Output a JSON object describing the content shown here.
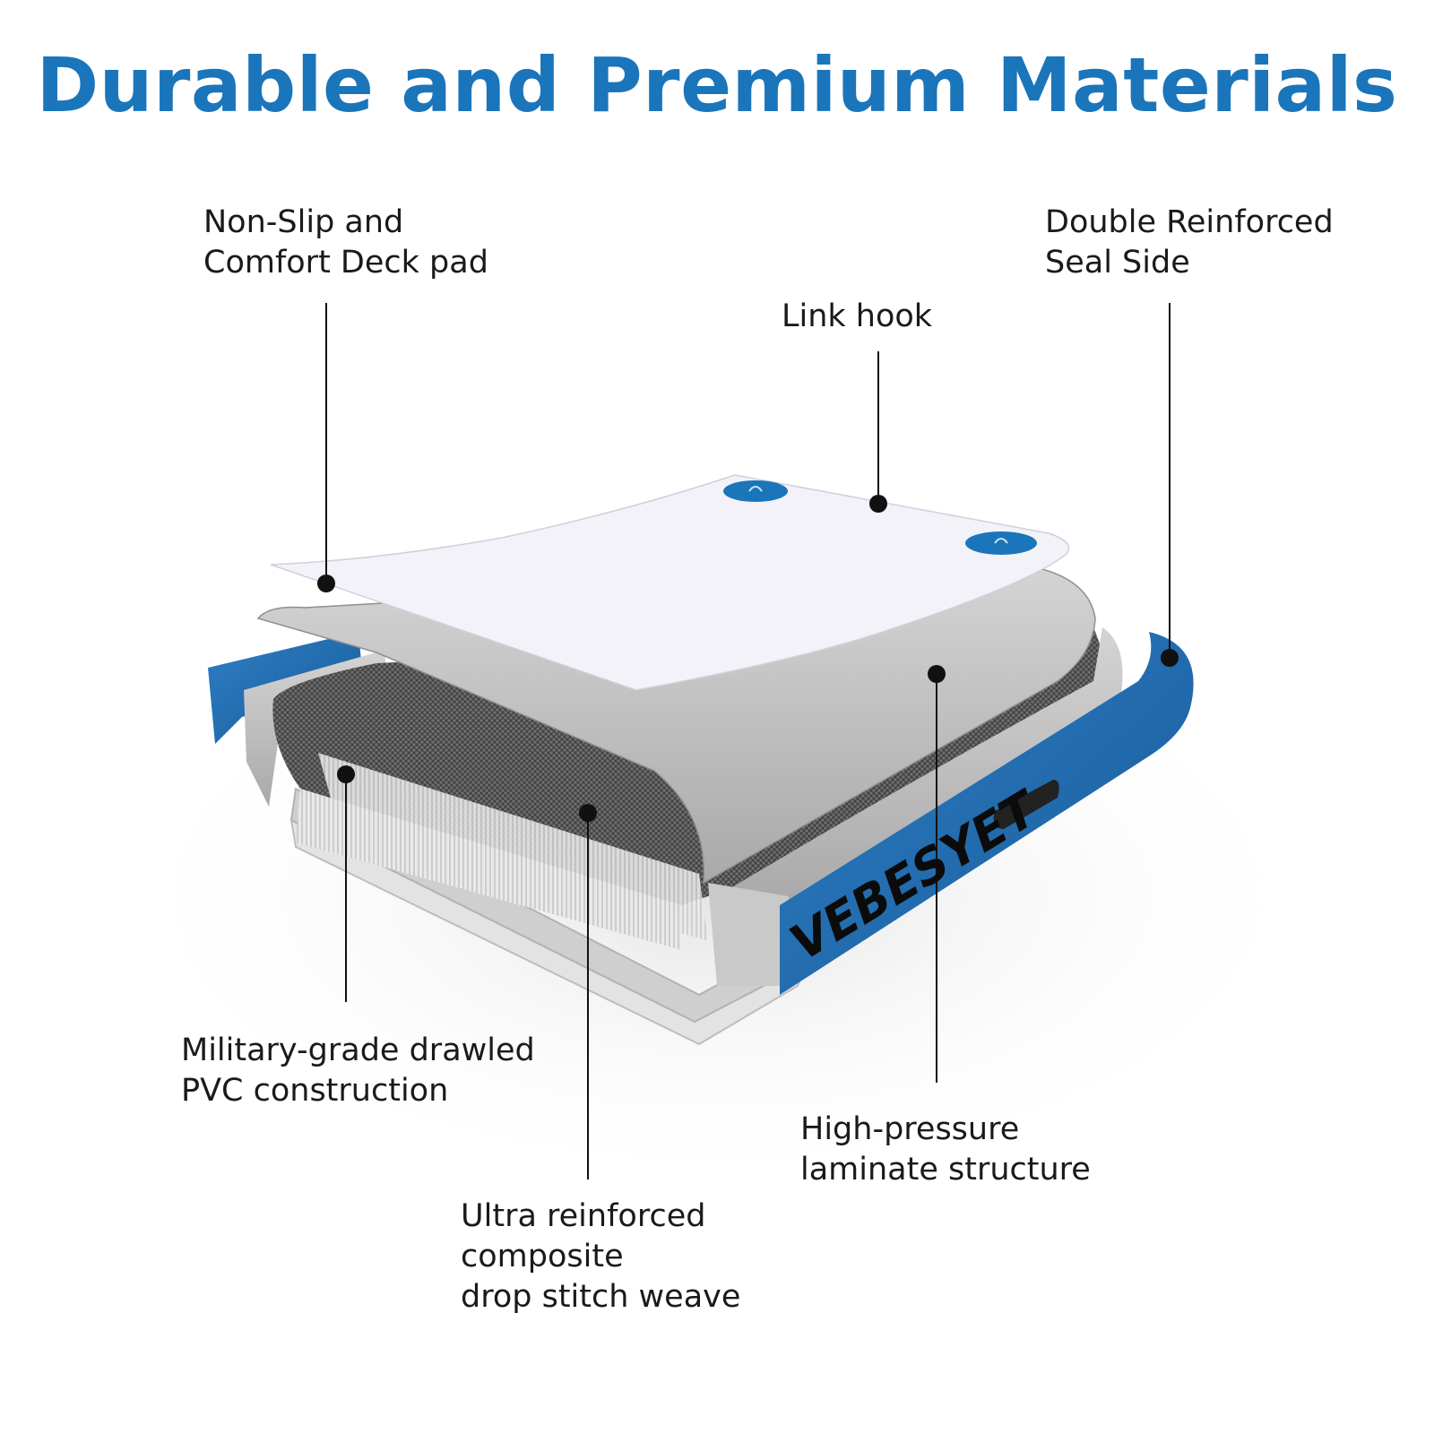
{
  "title": "Durable and Premium Materials",
  "brand": "VEBESYET",
  "colors": {
    "accent": "#1a75bb",
    "seal_blue": "#1f6aae",
    "text": "#1a1a1a"
  },
  "labels": {
    "deck_pad": [
      "Non-Slip and",
      "Comfort Deck pad"
    ],
    "link_hook": [
      "Link hook"
    ],
    "seal_side": [
      "Double Reinforced",
      "Seal Side"
    ],
    "pvc": [
      "Military-grade drawled",
      "PVC construction"
    ],
    "drop_stitch": [
      "Ultra reinforced",
      "composite",
      "drop stitch weave"
    ],
    "laminate": [
      "High-pressure",
      "laminate structure"
    ]
  }
}
